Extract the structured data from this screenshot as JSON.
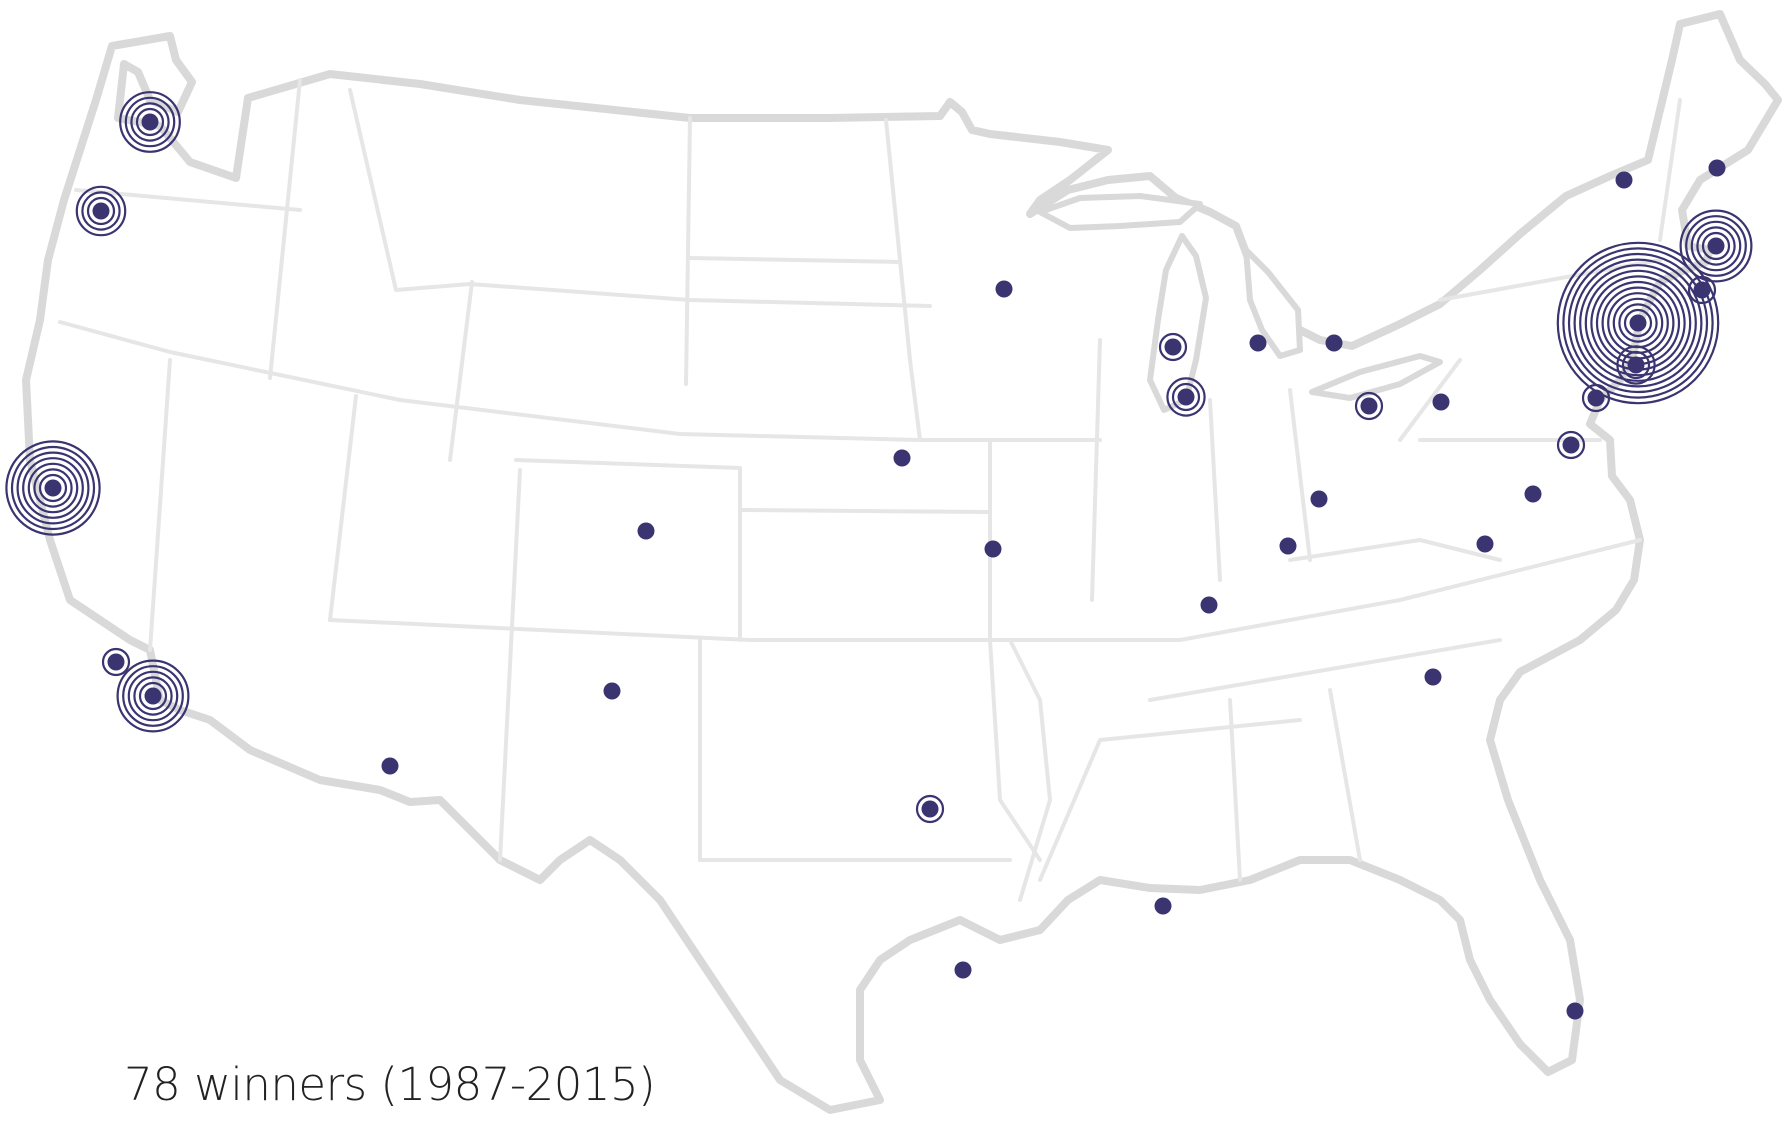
{
  "caption": "78 winners (1987-2015)",
  "colors": {
    "marker": "#3a3470",
    "state_border": "#e6e6e6",
    "country_outline": "#d9d9d9",
    "background": "#ffffff"
  },
  "map": {
    "type": "proportional-ring-map",
    "region": "Contiguous United States",
    "symbol": "dot with concentric rings (ring count = additional winners)",
    "locations": [
      {
        "id": "seattle-wa",
        "rings": 4
      },
      {
        "id": "portland-or",
        "rings": 3
      },
      {
        "id": "san-francisco-ca",
        "rings": 7
      },
      {
        "id": "santa-barbara-ca",
        "rings": 1
      },
      {
        "id": "los-angeles-ca",
        "rings": 5
      },
      {
        "id": "phoenix-az",
        "rings": 0
      },
      {
        "id": "albuquerque-nm",
        "rings": 0
      },
      {
        "id": "denver-co",
        "rings": 0
      },
      {
        "id": "dallas-tx",
        "rings": 1
      },
      {
        "id": "houston-tx",
        "rings": 0
      },
      {
        "id": "omaha-ne",
        "rings": 0
      },
      {
        "id": "kansas-city-mo",
        "rings": 0
      },
      {
        "id": "minneapolis-mn",
        "rings": 0
      },
      {
        "id": "milwaukee-wi",
        "rings": 1
      },
      {
        "id": "chicago-il",
        "rings": 2
      },
      {
        "id": "grand-rapids-mi",
        "rings": 0
      },
      {
        "id": "detroit-mi",
        "rings": 0
      },
      {
        "id": "cleveland-oh",
        "rings": 1
      },
      {
        "id": "pittsburgh-pa",
        "rings": 0
      },
      {
        "id": "indianapolis-in",
        "rings": 0
      },
      {
        "id": "louisville-ky",
        "rings": 0
      },
      {
        "id": "memphis-tn",
        "rings": 0
      },
      {
        "id": "new-orleans-la",
        "rings": 0
      },
      {
        "id": "columbia-sc",
        "rings": 0
      },
      {
        "id": "roanoke-va",
        "rings": 0
      },
      {
        "id": "charlottesville-va",
        "rings": 0
      },
      {
        "id": "washington-dc",
        "rings": 1
      },
      {
        "id": "baltimore-md",
        "rings": 1
      },
      {
        "id": "philadelphia-pa",
        "rings": 2
      },
      {
        "id": "new-york-ny",
        "rings": 13
      },
      {
        "id": "new-haven-ct",
        "rings": 1
      },
      {
        "id": "boston-ma",
        "rings": 5
      },
      {
        "id": "burlington-vt",
        "rings": 0
      },
      {
        "id": "portland-me",
        "rings": 0
      },
      {
        "id": "miami-fl",
        "rings": 0
      }
    ]
  }
}
